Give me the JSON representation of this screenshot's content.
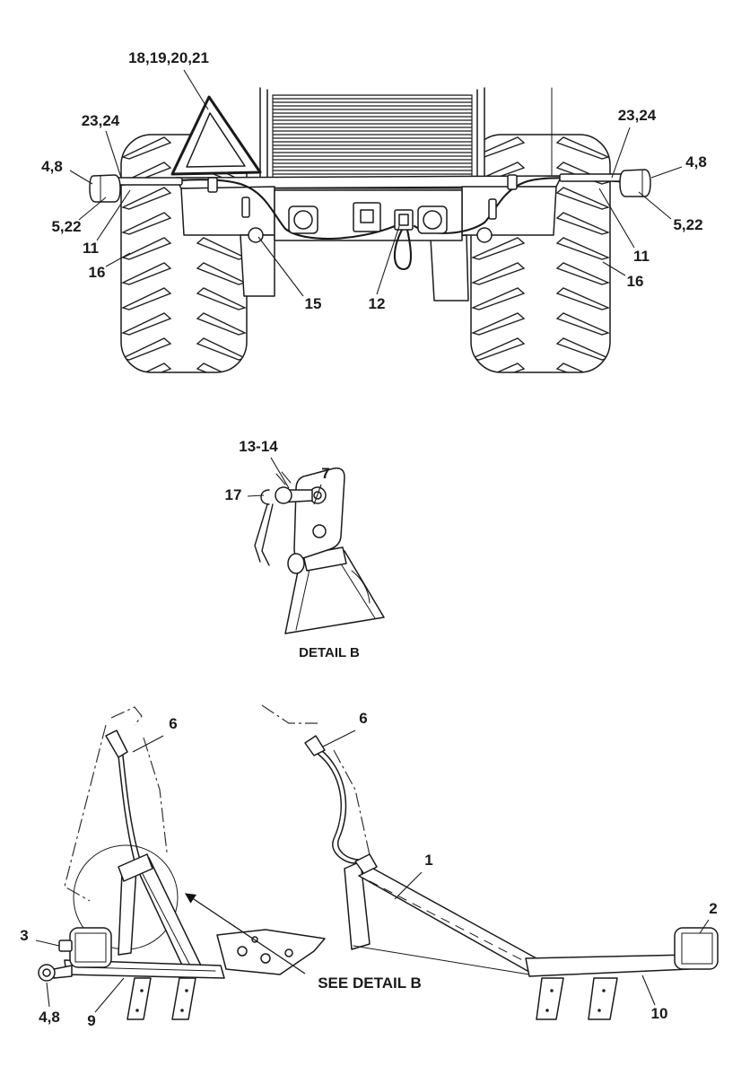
{
  "rear_view": {
    "smv_sign": "18,19,20,21",
    "left_upper": "23,24",
    "left_lamp": "4,8",
    "left_lamp_lower": "5,22",
    "left_harness": "11",
    "left_fender": "16",
    "reflector": "15",
    "socket": "12",
    "right_upper": "23,24",
    "right_lamp": "4,8",
    "right_lamp_lower": "5,22",
    "right_harness": "11",
    "right_fender": "16"
  },
  "detail_b": {
    "title": "DETAIL B",
    "pin": "13-14",
    "plate": "7",
    "clip": "17"
  },
  "side_view": {
    "left_connector": "6",
    "right_connector": "6",
    "right_arm": "1",
    "right_lamp": "2",
    "left_lamp": "3",
    "left_round_lamp": "4,8",
    "left_bracket": "9",
    "right_bracket": "10",
    "see_detail": "SEE DETAIL B"
  }
}
